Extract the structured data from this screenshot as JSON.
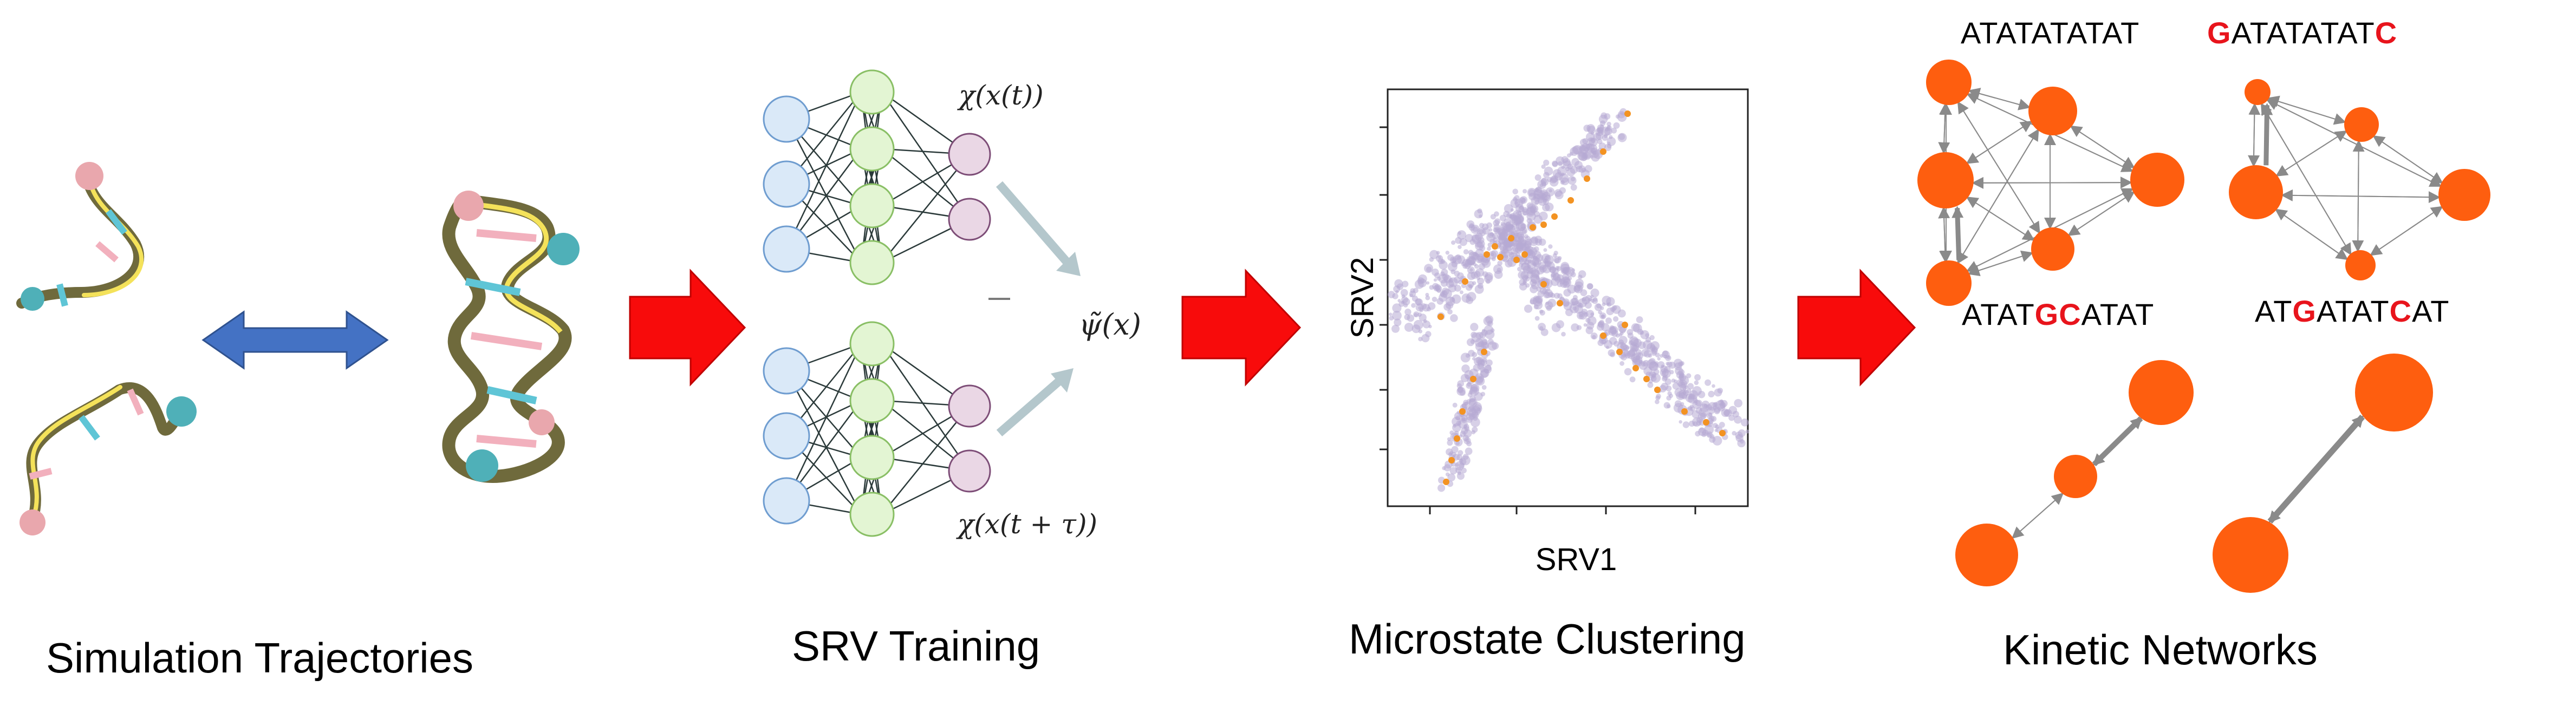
{
  "stages": [
    {
      "label": "Simulation Trajectories"
    },
    {
      "label": "SRV Training"
    },
    {
      "label": "Microstate Clustering"
    },
    {
      "label": "Kinetic Networks"
    }
  ],
  "nn": {
    "top_output": "χ(x(t))",
    "bottom_output": "χ(x(t + τ))",
    "psi": "ψ̃(x)"
  },
  "scatter": {
    "xlabel": "SRV1",
    "ylabel": "SRV2"
  },
  "sequences": [
    {
      "segments": [
        {
          "t": "ATATATATAT",
          "hl": false
        }
      ]
    },
    {
      "segments": [
        {
          "t": "G",
          "hl": true
        },
        {
          "t": "ATATATAT",
          "hl": false
        },
        {
          "t": "C",
          "hl": true
        }
      ]
    },
    {
      "segments": [
        {
          "t": "ATAT",
          "hl": false
        },
        {
          "t": "GC",
          "hl": true
        },
        {
          "t": "ATAT",
          "hl": false
        }
      ]
    },
    {
      "segments": [
        {
          "t": "AT",
          "hl": false
        },
        {
          "t": "G",
          "hl": true
        },
        {
          "t": "ATAT",
          "hl": false
        },
        {
          "t": "C",
          "hl": true
        },
        {
          "t": "AT",
          "hl": false
        }
      ]
    }
  ],
  "colors": {
    "arrow_red": "#f80b0b",
    "arrow_blue": "#4472c4",
    "node_orange": "#fe5e0f",
    "nn_input": "#dae9f8",
    "nn_hidden": "#e3f5d3",
    "nn_output": "#ead7e5",
    "density": "#b7a9d4",
    "highlight_text": "#e8141c"
  }
}
